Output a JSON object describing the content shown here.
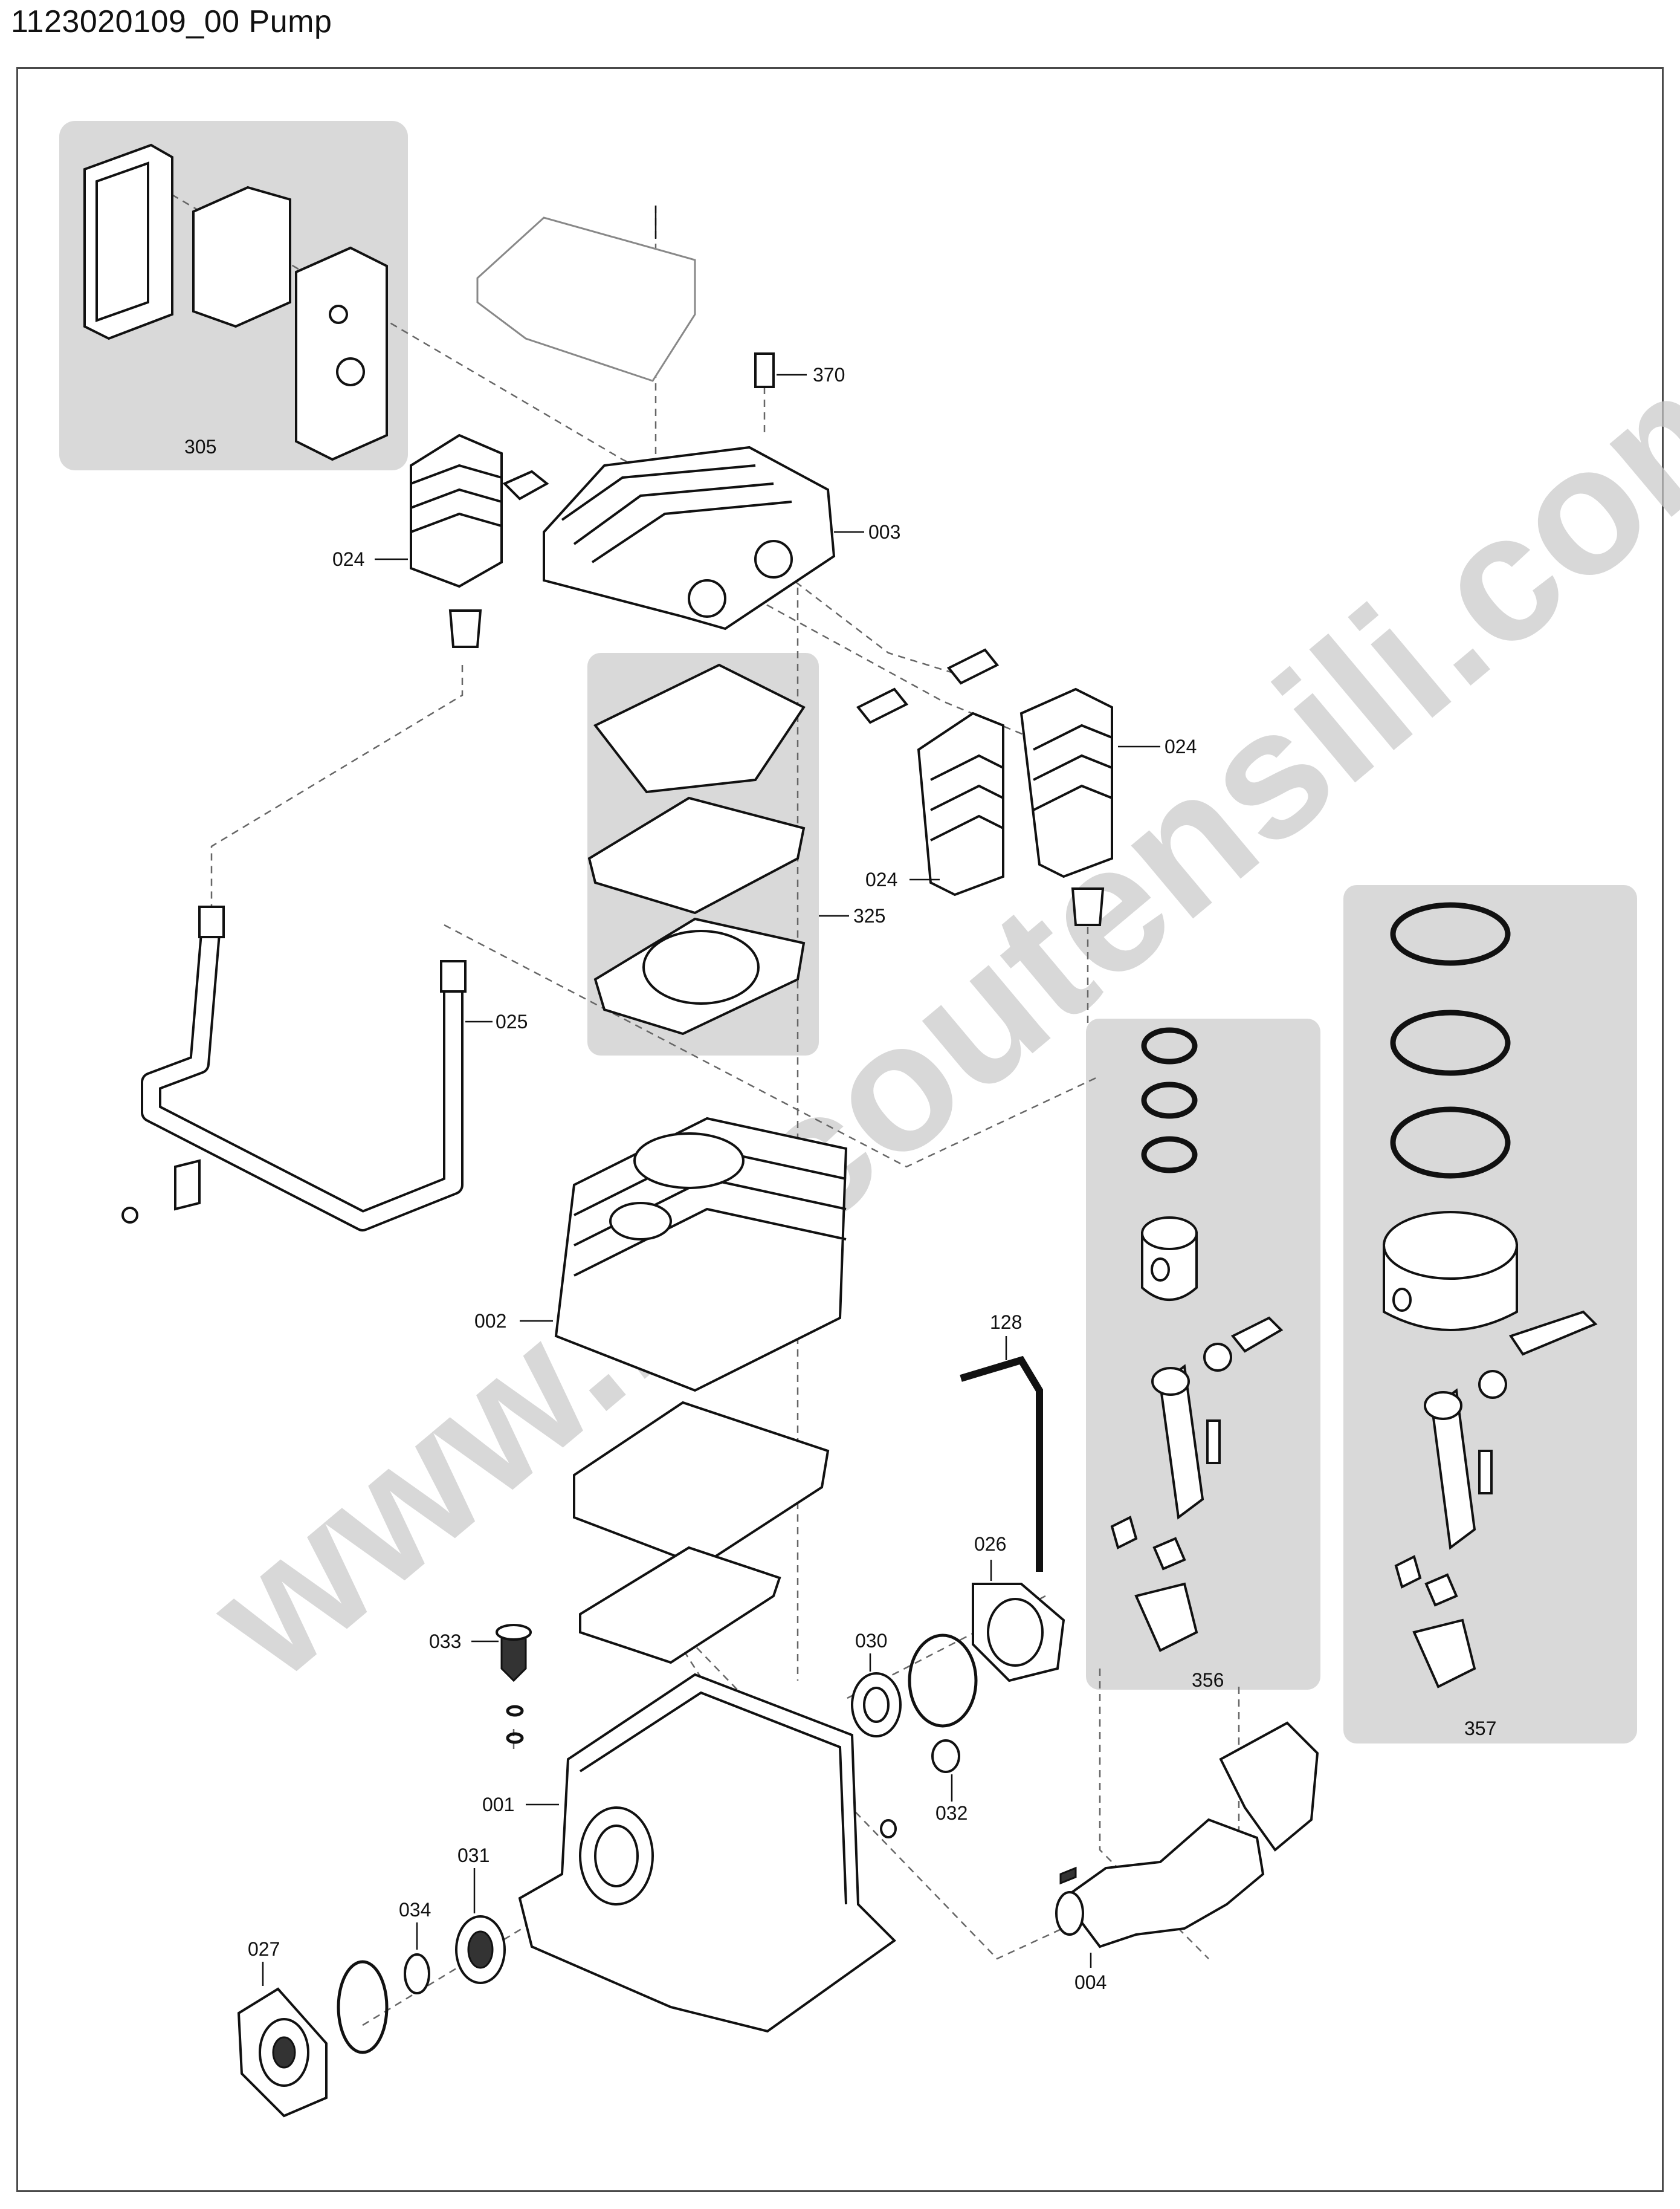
{
  "title": "1123020109_00 Pump",
  "watermark": "www.bricoutensili.com",
  "labels": {
    "p305": "305",
    "p370": "370",
    "p003": "003",
    "p024a": "024",
    "p024b": "024",
    "p024c": "024",
    "p325": "325",
    "p025": "025",
    "p002": "002",
    "p128": "128",
    "p026": "026",
    "p033": "033",
    "p030": "030",
    "p001": "001",
    "p032": "032",
    "p034": "034",
    "p031": "031",
    "p027": "027",
    "p356": "356",
    "p357": "357",
    "p004": "004"
  }
}
